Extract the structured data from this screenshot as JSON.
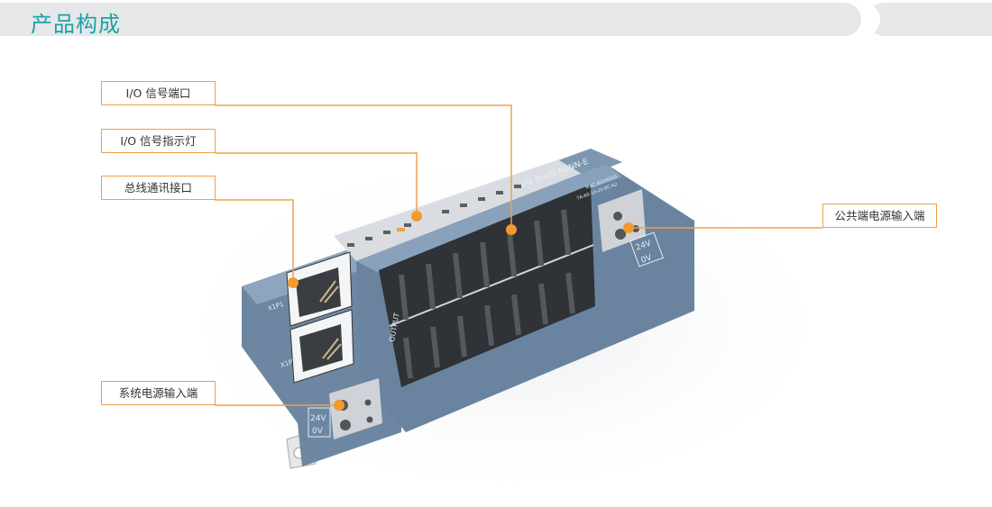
{
  "header": {
    "title": "产品构成"
  },
  "callouts": [
    {
      "label": "I/O 信号端口"
    },
    {
      "label": "I/O 信号指示灯"
    },
    {
      "label": "总线通讯接口"
    },
    {
      "label": "系统电源输入端"
    },
    {
      "label": "公共端电源输入端"
    }
  ],
  "device": {
    "model": "PN-0H00-N0NN-E",
    "mac_title": "MAC ADDRESS",
    "mac": "7A-A0-10-20-EC-A2",
    "port1": "X1P1",
    "port2": "X1P2",
    "output": "OUTPUT",
    "v24": "24V",
    "v0": "0V"
  },
  "colors": {
    "accent": "#f0a04a",
    "title": "#1aa2a8",
    "body": "#6f8aa5"
  }
}
